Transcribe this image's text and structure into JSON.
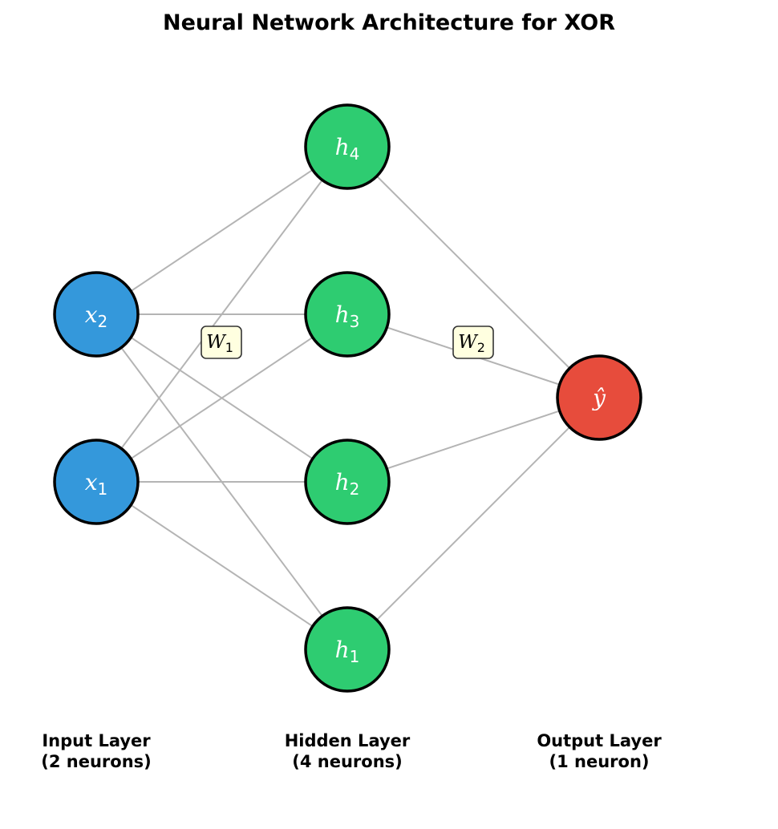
{
  "title": "Neural Network Architecture for XOR",
  "colors": {
    "input": "#3498db",
    "hidden": "#2ecc71",
    "output": "#e74c3c",
    "edge": "#b4b4b4",
    "weight_box": "#ffffe0"
  },
  "layers": [
    {
      "id": "input",
      "caption_line1": "Input Layer",
      "caption_line2": "(2 neurons)",
      "nodes": [
        {
          "id": "x1",
          "base": "x",
          "sub": "1"
        },
        {
          "id": "x2",
          "base": "x",
          "sub": "2"
        }
      ]
    },
    {
      "id": "hidden",
      "caption_line1": "Hidden Layer",
      "caption_line2": "(4 neurons)",
      "nodes": [
        {
          "id": "h1",
          "base": "h",
          "sub": "1"
        },
        {
          "id": "h2",
          "base": "h",
          "sub": "2"
        },
        {
          "id": "h3",
          "base": "h",
          "sub": "3"
        },
        {
          "id": "h4",
          "base": "h",
          "sub": "4"
        }
      ]
    },
    {
      "id": "output",
      "caption_line1": "Output Layer",
      "caption_line2": "(1 neuron)",
      "nodes": [
        {
          "id": "yhat",
          "base": "ŷ",
          "sub": ""
        }
      ]
    }
  ],
  "weights": [
    {
      "id": "W1",
      "base": "W",
      "sub": "1",
      "between": [
        "input",
        "hidden"
      ]
    },
    {
      "id": "W2",
      "base": "W",
      "sub": "2",
      "between": [
        "hidden",
        "output"
      ]
    }
  ]
}
